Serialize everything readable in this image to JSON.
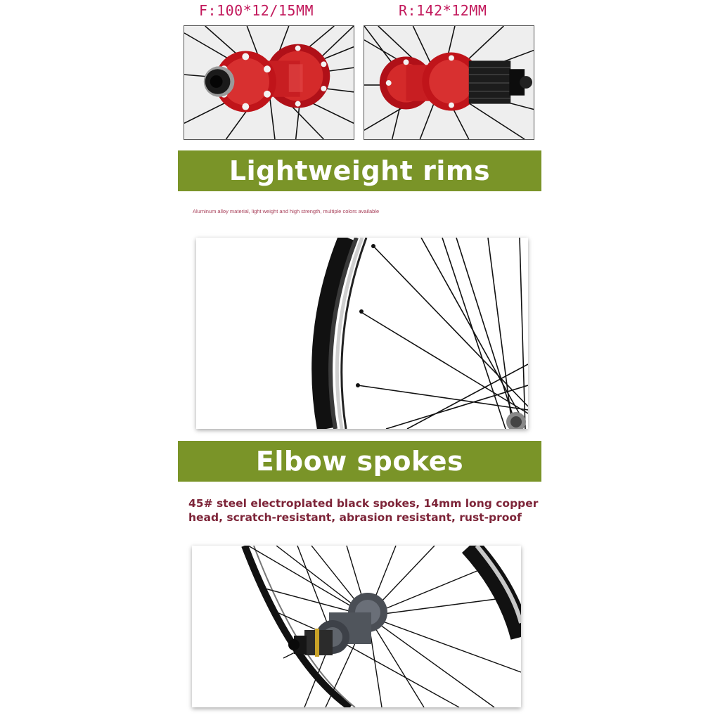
{
  "hub_specs": {
    "front_label": "F:100*12/15MM",
    "rear_label": "R:142*12MM"
  },
  "rims_section": {
    "title": "Lightweight rims",
    "caption": "Aluminum alloy material, light weight and high strength, multiple colors available"
  },
  "spokes_section": {
    "title": "Elbow spokes",
    "caption_line1": "45# steel electroplated black spokes, 14mm long copper",
    "caption_line2": "head, scratch-resistant, abrasion resistant, rust-proof"
  },
  "colors": {
    "banner_green": "#7a9428",
    "label_pink": "#c2185b",
    "hub_red": "#c0141a",
    "caption_maroon": "#7d2438"
  }
}
